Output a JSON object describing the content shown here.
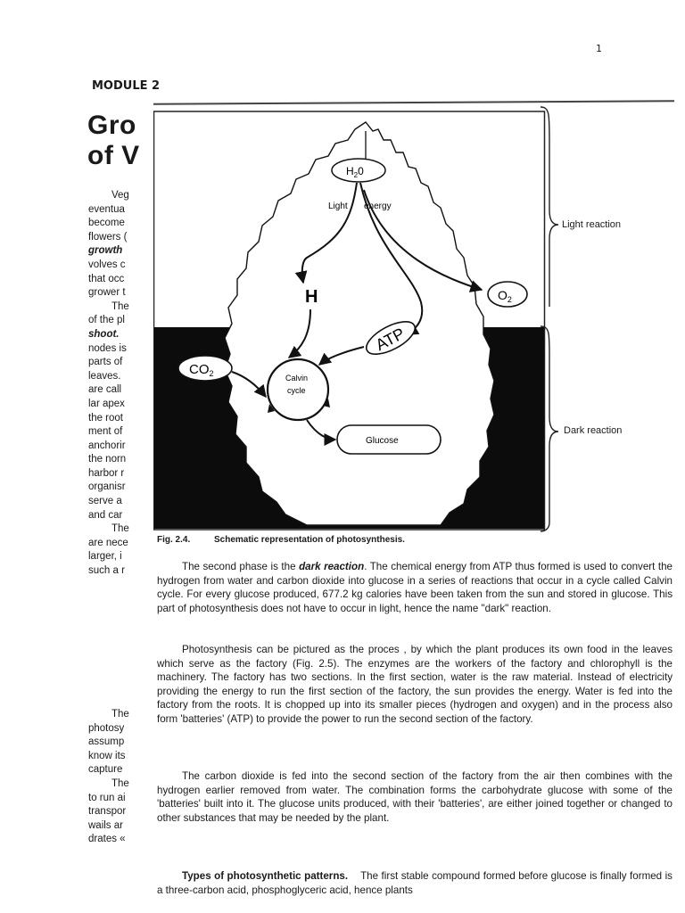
{
  "page_number": "1",
  "module_label": "MODULE 2",
  "title_fragments": [
    "Gro",
    "of V"
  ],
  "left_column_top": [
    "Veg",
    "eventua",
    "become",
    "flowers (",
    "growth",
    "volves c",
    "that occ",
    "grower t",
    "The",
    "of the pl",
    "shoot.",
    "nodes is",
    "parts of",
    "leaves.",
    "are call",
    "lar apex",
    "the root",
    "ment of",
    "anchorir",
    "the norn",
    "harbor r",
    "organisr",
    "serve a",
    "and car",
    "The",
    "are nece",
    "larger, i",
    "such a r"
  ],
  "left_column_bottom": [
    "The",
    "photosy",
    "assump",
    "know its",
    "capture",
    "The",
    "to run ai",
    "transpor",
    "wails ar",
    "drates «"
  ],
  "figure": {
    "h2o_label": "H",
    "h2o_sub": "2",
    "h2o_tail": "0",
    "light_label": "Light",
    "energy_label": "energy",
    "h_label": "H",
    "o2_label": "O",
    "o2_sub": "2",
    "atp_label": "ATP",
    "co2_label": "CO",
    "co2_sub": "2",
    "calvin_line1": "Calvin",
    "calvin_line2": "cycle",
    "glucose_label": "Glucose",
    "light_reaction_label": "Light reaction",
    "dark_reaction_label": "Dark reaction",
    "caption_number": "Fig. 2.4.",
    "caption_text": "Schematic representation of photosynthesis."
  },
  "paragraphs": {
    "p1_a": "The second phase is the ",
    "p1_em": "dark reaction",
    "p1_b": ". The chemical energy from ATP thus formed is used to convert the hydrogen from water and carbon dioxide into glucose in a series of reactions that occur in a cycle called Calvin cycle. For every glucose produced, 677.2 kg calories have been taken from the sun and stored in glucose. This part of photosynthesis does not have to occur in light, hence the name \"dark\" reaction.",
    "p2": "Photosynthesis can be pictured as the proces , by which the plant produces its own food in the leaves which serve as the factory (Fig. 2.5). The enzymes are the workers of the factory and chlorophyll is the machinery. The factory has two sections. In the first section, water is the raw material. Instead of electricity providing the energy to run the first section of the factory, the sun provides the energy. Water is fed into the factory from the roots. It is chopped up into its smaller pieces (hydrogen and oxygen) and in the process also form 'batteries' (ATP) to provide the power to run the second section of the factory.",
    "p3": "The carbon dioxide is fed into the second section of the factory from the air then combines with the hydrogen earlier removed from water. The combination forms the carbohydrate glucose with some of the 'batteries' built into it. The glucose units produced, with their 'batteries', are either joined together or changed to other substances that may be needed by the plant.",
    "p4_heading": "Types of photosynthetic patterns.",
    "p4_text": "The first stable compound formed before glucose is finally formed is a three-carbon acid, phosphoglyceric acid, hence plants"
  }
}
